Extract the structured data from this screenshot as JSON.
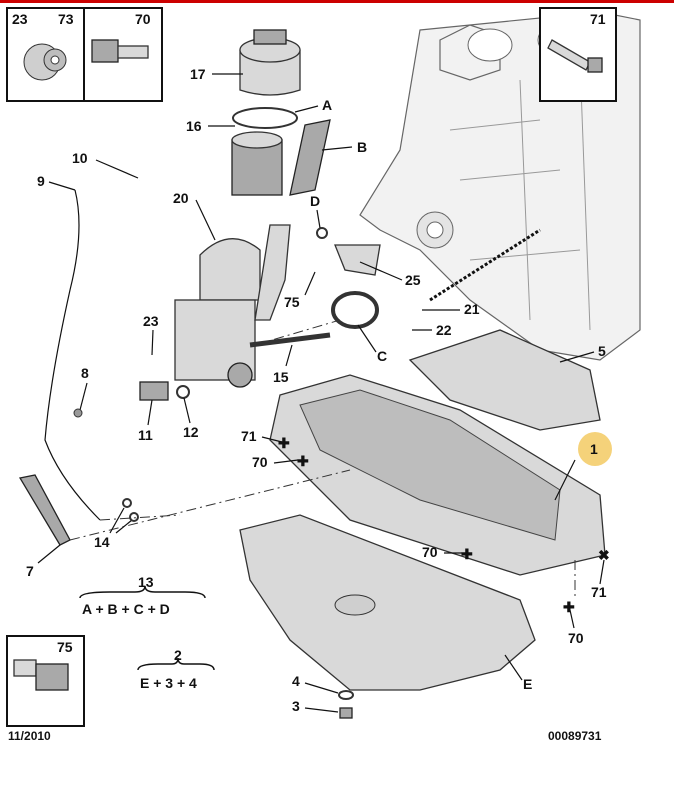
{
  "header": {
    "accent_color": "#cc0000"
  },
  "callouts": {
    "c1": "1",
    "c2": "2",
    "c3": "3",
    "c4": "4",
    "c5": "5",
    "c7": "7",
    "c8": "8",
    "c9": "9",
    "c10": "10",
    "c11": "11",
    "c12": "12",
    "c13": "13",
    "c14": "14",
    "c15": "15",
    "c16": "16",
    "c17": "17",
    "c20": "20",
    "c21": "21",
    "c22": "22",
    "c23": "23",
    "c25": "25",
    "c75": "75",
    "cA": "A",
    "cB": "B",
    "cC": "C",
    "cD": "D",
    "cE": "E",
    "c70a": "70",
    "c70b": "70",
    "c70c": "70",
    "c71a": "71",
    "c71b": "71"
  },
  "inset_boxes": {
    "box_23_73": {
      "label_a": "23",
      "label_b": "73"
    },
    "box_70": {
      "label": "70"
    },
    "box_71": {
      "label": "71"
    },
    "box_75": {
      "label": "75"
    }
  },
  "kits": {
    "kit13": {
      "number": "13",
      "formula": "A + B + C + D"
    },
    "kit2": {
      "number": "2",
      "formula": "E + 3 + 4"
    }
  },
  "footer": {
    "date": "11/2010",
    "ref": "00089731"
  },
  "highlight": {
    "label": "1",
    "color": "#f5d27a"
  }
}
